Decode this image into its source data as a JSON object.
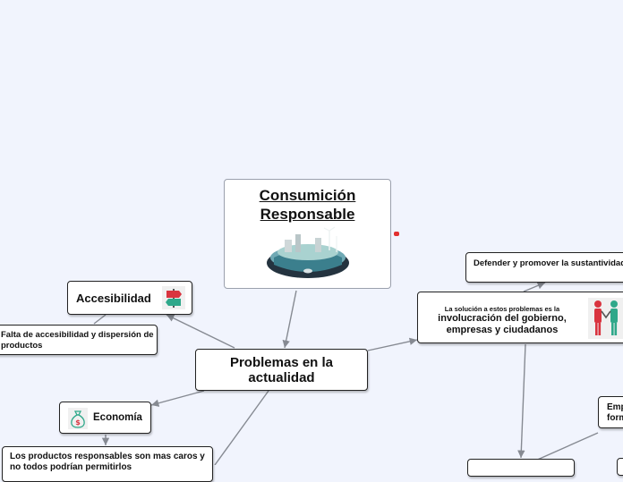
{
  "central": {
    "title": "Consumición Responsable",
    "image": "sustainability-city-island-illustration"
  },
  "main_topic": {
    "label": "Problemas en la actualidad"
  },
  "accesibilidad": {
    "label": "Accesibilidad",
    "icon": "directions-sign-icon",
    "detail": "Falta de accesibilidad y dispersión de productos"
  },
  "economia": {
    "label": "Economía",
    "icon": "money-bag-icon",
    "detail": "Los productos responsables son mas caros y no todos podrían permitirlos"
  },
  "solucion": {
    "small": "La solución a estos problemas es la",
    "big": "involucración del gobierno, empresas y ciudadanos",
    "icon": "handshake-people-icon"
  },
  "defender": {
    "label": "Defender y promover la sustantividad"
  },
  "empresas": {
    "label": "Empresas formales"
  },
  "colors": {
    "background": "#f1f4fd",
    "connector": "#868a92",
    "accent_red": "#e23030",
    "accent_green": "#2fa88a"
  }
}
